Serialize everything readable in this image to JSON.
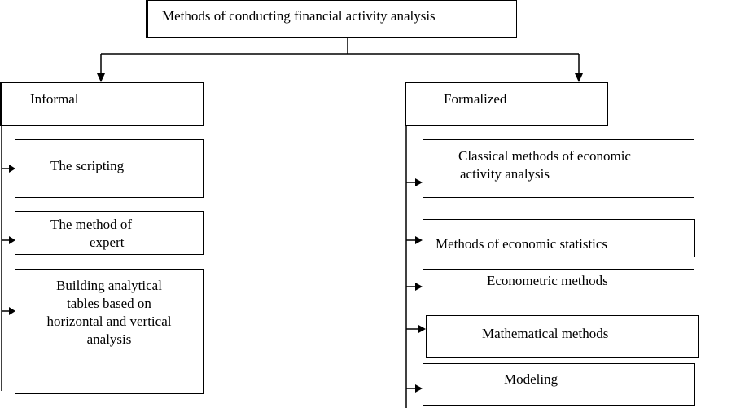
{
  "root": {
    "label": "Methods of conducting financial activity analysis"
  },
  "informal": {
    "label": "Informal",
    "items": [
      {
        "lines": [
          "The scripting"
        ]
      },
      {
        "lines": [
          "The method of",
          "expert"
        ]
      },
      {
        "lines": [
          "Building analytical",
          "tables based on",
          "horizontal and vertical",
          "analysis"
        ]
      }
    ]
  },
  "formalized": {
    "label": "Formalized",
    "items": [
      {
        "lines": [
          "Classical methods of economic",
          "activity analysis"
        ]
      },
      {
        "lines": [
          "Methods of economic statistics"
        ]
      },
      {
        "lines": [
          "Econometric methods"
        ]
      },
      {
        "lines": [
          "Mathematical methods"
        ]
      },
      {
        "lines": [
          "Modeling"
        ]
      }
    ]
  }
}
